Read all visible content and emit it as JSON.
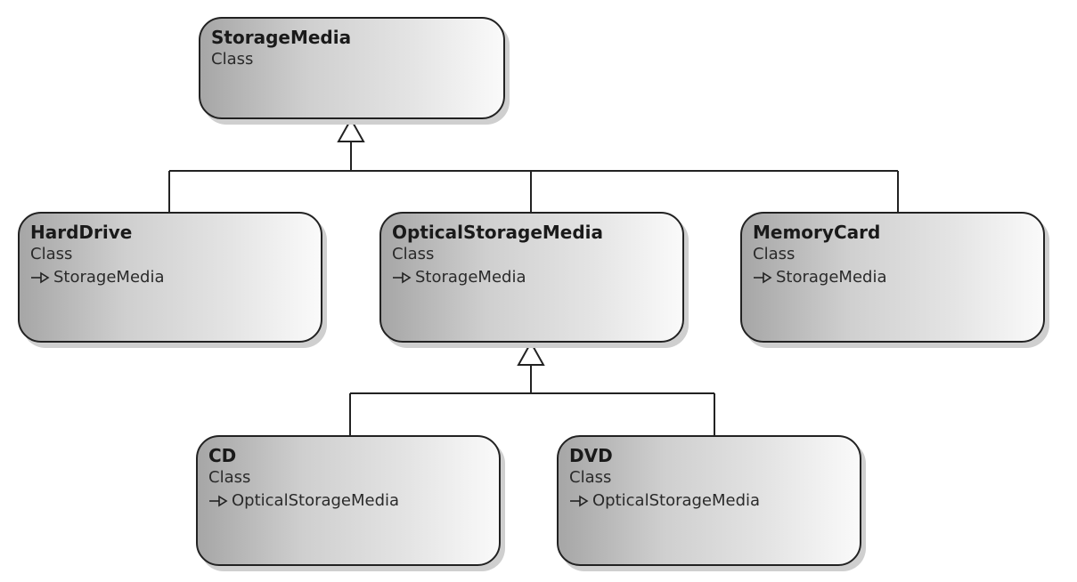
{
  "diagram": {
    "type": "uml-class-hierarchy",
    "nodes": [
      {
        "id": "storagemedia",
        "name": "StorageMedia",
        "kind": "Class",
        "parent": null
      },
      {
        "id": "harddrive",
        "name": "HardDrive",
        "kind": "Class",
        "parent": "StorageMedia"
      },
      {
        "id": "opticalstoragemedia",
        "name": "OpticalStorageMedia",
        "kind": "Class",
        "parent": "StorageMedia"
      },
      {
        "id": "memorycard",
        "name": "MemoryCard",
        "kind": "Class",
        "parent": "StorageMedia"
      },
      {
        "id": "cd",
        "name": "CD",
        "kind": "Class",
        "parent": "OpticalStorageMedia"
      },
      {
        "id": "dvd",
        "name": "DVD",
        "kind": "Class",
        "parent": "OpticalStorageMedia"
      }
    ],
    "edges": [
      {
        "from": "HardDrive",
        "to": "StorageMedia",
        "relation": "inherits"
      },
      {
        "from": "OpticalStorageMedia",
        "to": "StorageMedia",
        "relation": "inherits"
      },
      {
        "from": "MemoryCard",
        "to": "StorageMedia",
        "relation": "inherits"
      },
      {
        "from": "CD",
        "to": "OpticalStorageMedia",
        "relation": "inherits"
      },
      {
        "from": "DVD",
        "to": "OpticalStorageMedia",
        "relation": "inherits"
      }
    ],
    "inherit_marker_icon": "hollow-arrow-icon"
  }
}
